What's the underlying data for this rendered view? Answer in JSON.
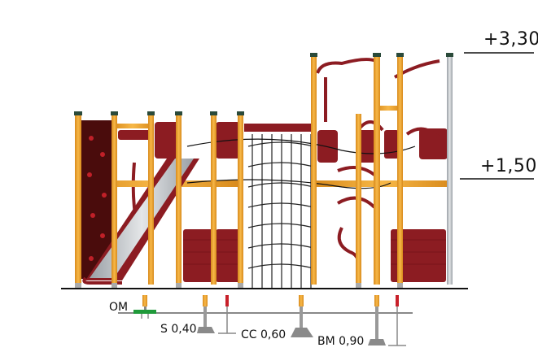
{
  "heights": {
    "top": "+3,30",
    "mid": "+1,50"
  },
  "foundations": [
    {
      "code": "OM"
    },
    {
      "code": "S 0,40"
    },
    {
      "code": "CC 0,60"
    },
    {
      "code": "BM 0,90"
    }
  ],
  "colors": {
    "post": "#f0a030",
    "panel": "#8c1c22",
    "slide": "#b8bcc0",
    "net": "#222222",
    "concrete": "#8a8a8a",
    "grass": "#1f9a3a"
  }
}
